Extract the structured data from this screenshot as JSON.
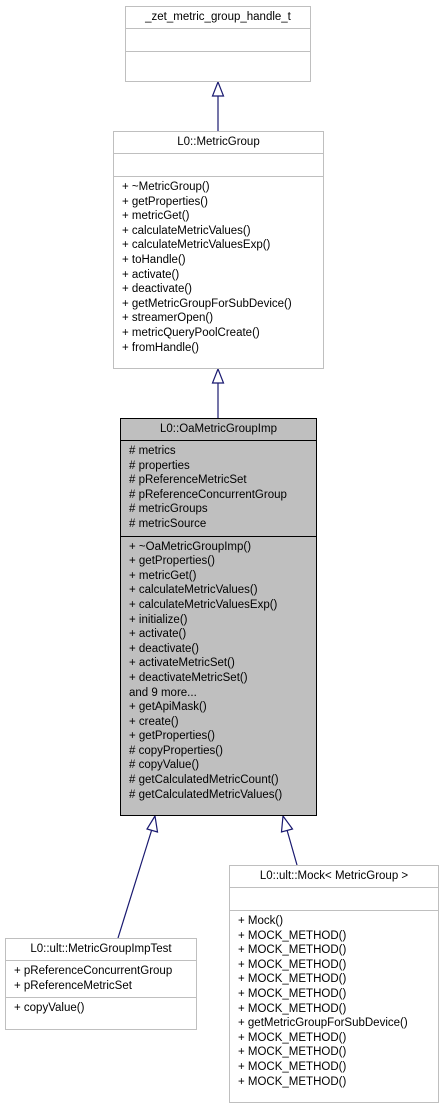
{
  "classes": {
    "zet": {
      "name": "_zet_metric_group_handle_t",
      "attributes": [],
      "methods": []
    },
    "metricGroup": {
      "name": "L0::MetricGroup",
      "attributes": [],
      "methods": [
        "+ ~MetricGroup()",
        "+ getProperties()",
        "+ metricGet()",
        "+ calculateMetricValues()",
        "+ calculateMetricValuesExp()",
        "+ toHandle()",
        "+ activate()",
        "+ deactivate()",
        "+ getMetricGroupForSubDevice()",
        "+ streamerOpen()",
        "+ metricQueryPoolCreate()",
        "+ fromHandle()"
      ]
    },
    "oaImp": {
      "name": "L0::OaMetricGroupImp",
      "attributes": [
        "# metrics",
        "# properties",
        "# pReferenceMetricSet",
        "# pReferenceConcurrentGroup",
        "# metricGroups",
        "# metricSource"
      ],
      "methods": [
        "+ ~OaMetricGroupImp()",
        "+ getProperties()",
        "+ metricGet()",
        "+ calculateMetricValues()",
        "+ calculateMetricValuesExp()",
        "+ initialize()",
        "+ activate()",
        "+ deactivate()",
        "+ activateMetricSet()",
        "+ deactivateMetricSet()",
        "and 9 more...",
        "+ getApiMask()",
        "+ create()",
        "+ getProperties()",
        "# copyProperties()",
        "# copyValue()",
        "# getCalculatedMetricCount()",
        "# getCalculatedMetricValues()"
      ]
    },
    "impTest": {
      "name": "L0::ult::MetricGroupImpTest",
      "attributes": [
        "+ pReferenceConcurrentGroup",
        "+ pReferenceMetricSet"
      ],
      "methods": [
        "+ copyValue()"
      ]
    },
    "mock": {
      "name": "L0::ult::Mock< MetricGroup >",
      "attributes": [],
      "methods": [
        "+ Mock()",
        "+ MOCK_METHOD()",
        "+ MOCK_METHOD()",
        "+ MOCK_METHOD()",
        "+ MOCK_METHOD()",
        "+ MOCK_METHOD()",
        "+ MOCK_METHOD()",
        "+ getMetricGroupForSubDevice()",
        "+ MOCK_METHOD()",
        "+ MOCK_METHOD()",
        "+ MOCK_METHOD()",
        "+ MOCK_METHOD()"
      ]
    }
  },
  "colors": {
    "edge": "#191970",
    "box_border": "#bfbfbf",
    "highlight_fill": "#bfbfbf",
    "highlight_border": "#000000"
  }
}
